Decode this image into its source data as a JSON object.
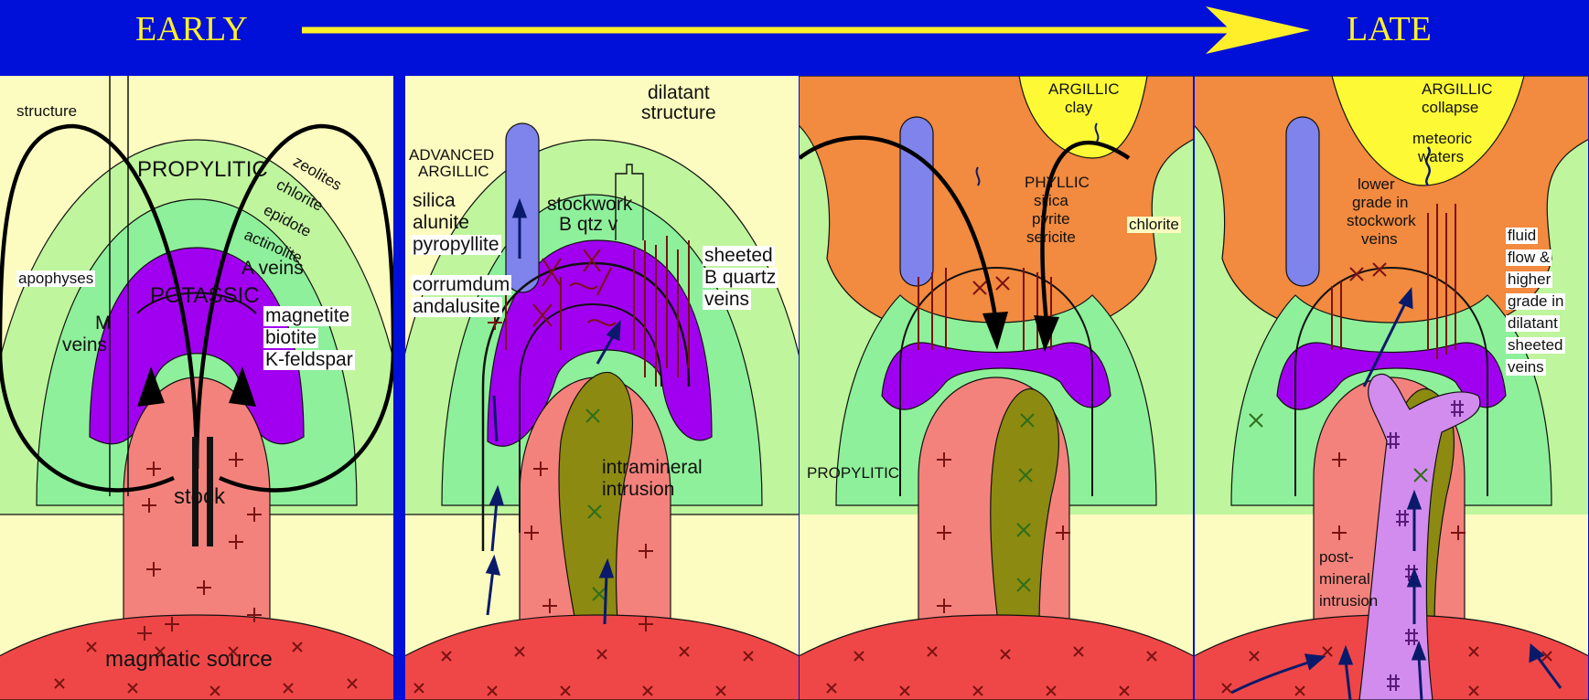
{
  "header": {
    "early": "EARLY",
    "late": "LATE"
  },
  "panel1": {
    "structure": "structure",
    "propylitic": "PROPYLITIC",
    "zeolites": "zeolites",
    "chlorite": "chlorite",
    "epidote": "epidote",
    "actinolite": "actinolite",
    "apophyses": "apophyses",
    "a_veins": "A veins",
    "potassic": "POTASSIC",
    "m_veins_1": "M",
    "m_veins_2": "veins",
    "magnetite": "magnetite",
    "biotite": "biotite",
    "kfeldspar": "K-feldspar",
    "stock": "stock",
    "magmatic_source": "magmatic source"
  },
  "panel2": {
    "dilatant_1": "dilatant",
    "dilatant_2": "structure",
    "adv_1": "ADVANCED",
    "adv_2": "ARGILLIC",
    "silica": "silica",
    "alunite": "alunite",
    "pyropyllite": "pyropyllite",
    "corrumdum": "corrumdum",
    "andalusite": "andalusite",
    "stockwork_1": "stockwork",
    "stockwork_2": "B qtz v",
    "sheeted_1": "sheeted",
    "sheeted_2": "B quartz",
    "sheeted_3": "veins",
    "intramineral_1": "intramineral",
    "intramineral_2": "intrusion"
  },
  "panel3": {
    "argillic": "ARGILLIC",
    "clay": "clay",
    "phyllic": "PHYLLIC",
    "silica": "silica",
    "pyrite": "pyrite",
    "sericite": "sericite",
    "chlorite": "chlorite",
    "propylitic": "PROPYLITIC"
  },
  "panel4": {
    "argillic": "ARGILLIC",
    "collapse": "collapse",
    "meteoric_1": "meteoric",
    "meteoric_2": "waters",
    "lower_1": "lower",
    "lower_2": "grade in",
    "lower_3": "stockwork",
    "lower_4": "veins",
    "fluid_1": "fluid",
    "fluid_2": "flow &",
    "fluid_3": "higher",
    "fluid_4": "grade in",
    "fluid_5": "dilatant",
    "fluid_6": "sheeted",
    "fluid_7": "veins",
    "post_1": "post-",
    "post_2": "mineral",
    "post_3": "intrusion"
  },
  "colors": {
    "background": "#0010d8",
    "header_text": "#ffef2a",
    "panel_bg": "#fdfcc0",
    "propylitic_outer": "#bff59d",
    "propylitic_inner": "#8ef09a",
    "potassic": "#a100f0",
    "stock": "#f4827c",
    "magmatic": "#ef4747",
    "intrusion": "#8c8a10",
    "advanced_argillic": "#7f83ec",
    "phyllic": "#f28a3f",
    "argillic": "#fdfa35",
    "post_mineral": "#d28cee",
    "vein": "#7a1212",
    "flow_arrow": "#0a1a6a"
  }
}
